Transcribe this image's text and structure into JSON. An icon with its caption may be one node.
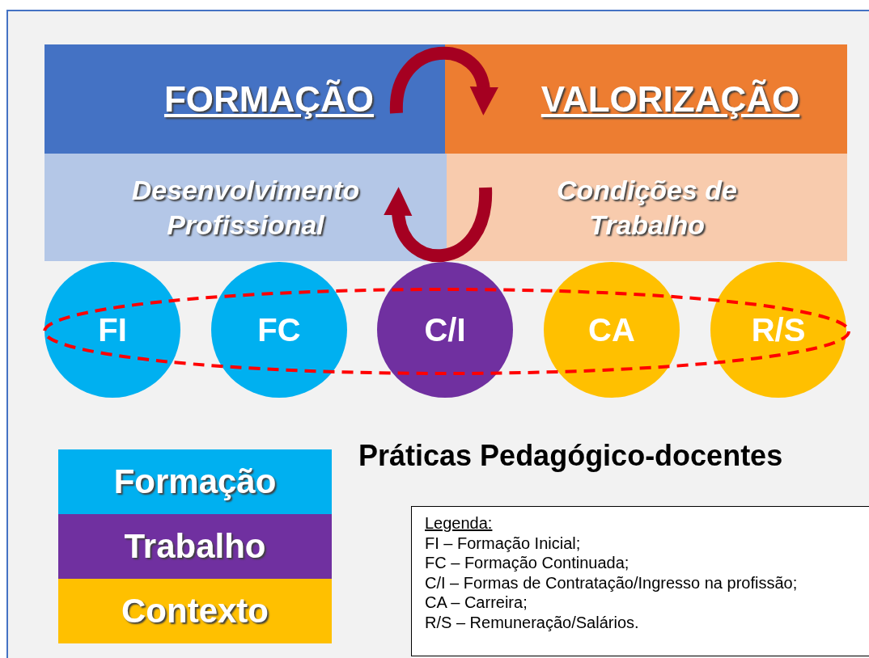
{
  "diagram": {
    "nodes": [
      {
        "text": [
          "FORMAÇÃO"
        ]
      },
      {
        "text": [
          "VALORIZAÇÃO"
        ]
      },
      {
        "text": [
          "Desenvolvimento Profissional"
        ]
      },
      {
        "text": [
          "Condições de Trabalho"
        ]
      },
      {
        "text": [
          "FI"
        ]
      },
      {
        "text": [
          "FC"
        ]
      },
      {
        "text": [
          "C/I"
        ]
      },
      {
        "text": [
          "CA"
        ]
      },
      {
        "text": [
          "R/S"
        ]
      }
    ],
    "edges": [
      {
        "from": 0,
        "to": 1,
        "arrow": "to"
      },
      {
        "from": 3,
        "to": 2,
        "arrow": "to"
      }
    ],
    "labels": [
      "Práticas Pedagógico-docentes",
      "Legenda:",
      "FI – Formação Inicial;",
      "FC – Formação Continuada;",
      "C/I – Formas de Contratação/Ingresso na profissão;",
      "CA – Carreira;",
      "R/S – Remuneração/Salários."
    ],
    "legend": [
      {
        "text": "Formação",
        "color": "#00b0f0"
      },
      {
        "text": "Trabalho",
        "color": "#7030a0"
      },
      {
        "text": "Contexto",
        "color": "#ffc000"
      }
    ]
  }
}
